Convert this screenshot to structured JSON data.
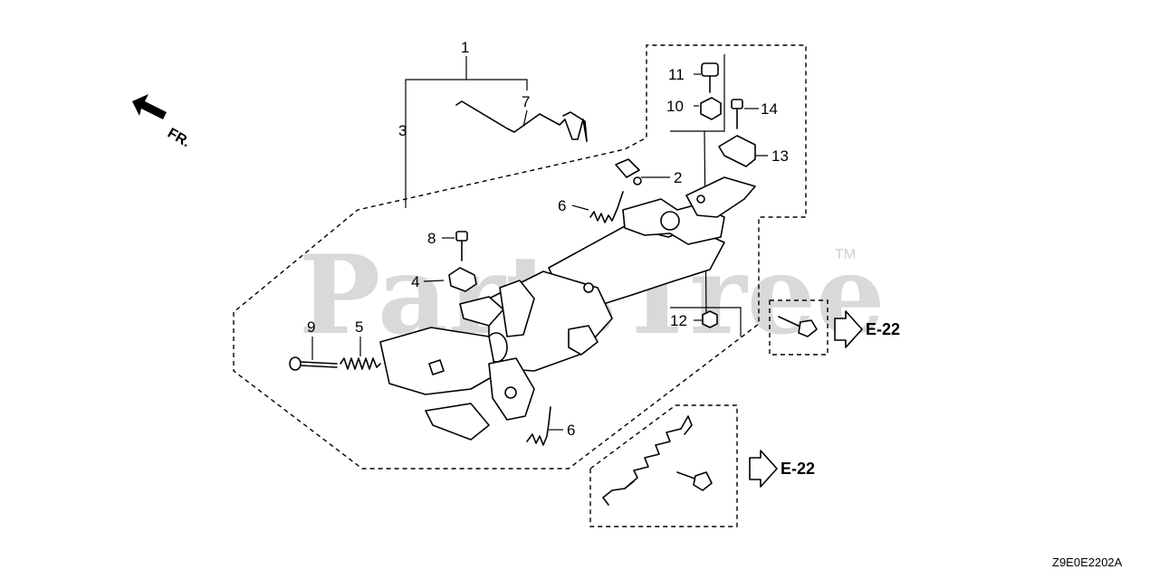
{
  "diagram": {
    "watermark": "PartsTree",
    "trademark": "TM",
    "orientation_label": "FR.",
    "diagram_code": "Z9E0E2202A",
    "ref_upper": "E-22",
    "ref_lower": "E-22",
    "callouts": {
      "c1": "1",
      "c2": "2",
      "c3": "3",
      "c4": "4",
      "c5": "5",
      "c6a": "6",
      "c6b": "6",
      "c7": "7",
      "c8": "8",
      "c9": "9",
      "c10": "10",
      "c11": "11",
      "c12": "12",
      "c13": "13",
      "c14": "14"
    }
  }
}
